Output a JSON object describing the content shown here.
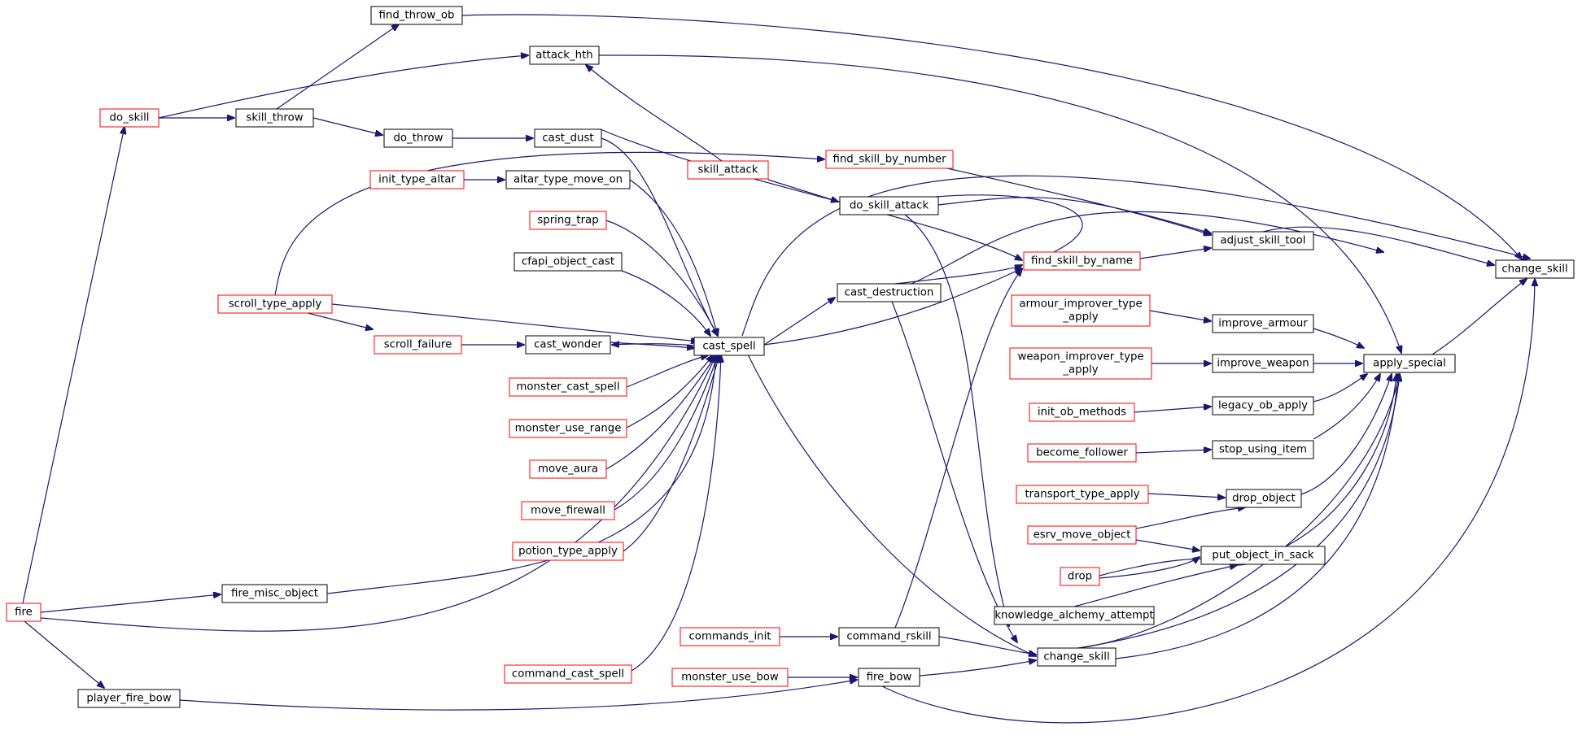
{
  "colors": {
    "edge": "#191970",
    "node_border_default": "#000000",
    "node_border_truncated": "#ff0000",
    "node_fill_root": "#bfbfbf",
    "node_fill_default": "#ffffff"
  },
  "nodes": [
    {
      "id": "change_skill_root",
      "lines": [
        "change_skill"
      ],
      "style": "root"
    },
    {
      "id": "apply_special",
      "lines": [
        "apply_special"
      ],
      "style": "default"
    },
    {
      "id": "adjust_skill_tool",
      "lines": [
        "adjust_skill_tool"
      ],
      "style": "default"
    },
    {
      "id": "improve_armour",
      "lines": [
        "improve_armour"
      ],
      "style": "default"
    },
    {
      "id": "improve_weapon",
      "lines": [
        "improve_weapon"
      ],
      "style": "default"
    },
    {
      "id": "legacy_ob_apply",
      "lines": [
        "legacy_ob_apply"
      ],
      "style": "default"
    },
    {
      "id": "stop_using_item",
      "lines": [
        "stop_using_item"
      ],
      "style": "default"
    },
    {
      "id": "drop_object",
      "lines": [
        "drop_object"
      ],
      "style": "default"
    },
    {
      "id": "put_object_in_sack",
      "lines": [
        "put_object_in_sack"
      ],
      "style": "default"
    },
    {
      "id": "knowledge_alchemy_attempt",
      "lines": [
        "knowledge_alchemy_attempt"
      ],
      "style": "default"
    },
    {
      "id": "change_skill_mid",
      "lines": [
        "change_skill"
      ],
      "style": "default"
    },
    {
      "id": "find_skill_by_name",
      "lines": [
        "find_skill_by_name"
      ],
      "style": "truncated"
    },
    {
      "id": "find_skill_by_number",
      "lines": [
        "find_skill_by_number"
      ],
      "style": "truncated"
    },
    {
      "id": "do_skill_attack",
      "lines": [
        "do_skill_attack"
      ],
      "style": "default"
    },
    {
      "id": "cast_destruction",
      "lines": [
        "cast_destruction"
      ],
      "style": "default"
    },
    {
      "id": "armour_improver_type_apply",
      "lines": [
        "armour_improver_type",
        "_apply"
      ],
      "style": "truncated"
    },
    {
      "id": "weapon_improver_type_apply",
      "lines": [
        "weapon_improver_type",
        "_apply"
      ],
      "style": "truncated"
    },
    {
      "id": "init_ob_methods",
      "lines": [
        "init_ob_methods"
      ],
      "style": "truncated"
    },
    {
      "id": "become_follower",
      "lines": [
        "become_follower"
      ],
      "style": "truncated"
    },
    {
      "id": "transport_type_apply",
      "lines": [
        "transport_type_apply"
      ],
      "style": "truncated"
    },
    {
      "id": "esrv_move_object",
      "lines": [
        "esrv_move_object"
      ],
      "style": "truncated"
    },
    {
      "id": "drop",
      "lines": [
        "drop"
      ],
      "style": "truncated"
    },
    {
      "id": "command_rskill",
      "lines": [
        "command_rskill"
      ],
      "style": "default"
    },
    {
      "id": "fire_bow",
      "lines": [
        "fire_bow"
      ],
      "style": "default"
    },
    {
      "id": "find_throw_ob",
      "lines": [
        "find_throw_ob"
      ],
      "style": "default"
    },
    {
      "id": "attack_hth",
      "lines": [
        "attack_hth"
      ],
      "style": "default"
    },
    {
      "id": "skill_attack",
      "lines": [
        "skill_attack"
      ],
      "style": "truncated"
    },
    {
      "id": "cast_spell",
      "lines": [
        "cast_spell"
      ],
      "style": "default"
    },
    {
      "id": "cast_dust",
      "lines": [
        "cast_dust"
      ],
      "style": "default"
    },
    {
      "id": "altar_type_move_on",
      "lines": [
        "altar_type_move_on"
      ],
      "style": "default"
    },
    {
      "id": "spring_trap",
      "lines": [
        "spring_trap"
      ],
      "style": "truncated"
    },
    {
      "id": "cfapi_object_cast",
      "lines": [
        "cfapi_object_cast"
      ],
      "style": "default"
    },
    {
      "id": "cast_wonder",
      "lines": [
        "cast_wonder"
      ],
      "style": "default"
    },
    {
      "id": "monster_cast_spell",
      "lines": [
        "monster_cast_spell"
      ],
      "style": "truncated"
    },
    {
      "id": "monster_use_range",
      "lines": [
        "monster_use_range"
      ],
      "style": "truncated"
    },
    {
      "id": "move_aura",
      "lines": [
        "move_aura"
      ],
      "style": "truncated"
    },
    {
      "id": "move_firewall",
      "lines": [
        "move_firewall"
      ],
      "style": "truncated"
    },
    {
      "id": "potion_type_apply",
      "lines": [
        "potion_type_apply"
      ],
      "style": "truncated"
    },
    {
      "id": "command_cast_spell",
      "lines": [
        "command_cast_spell"
      ],
      "style": "truncated"
    },
    {
      "id": "commands_init",
      "lines": [
        "commands_init"
      ],
      "style": "truncated"
    },
    {
      "id": "monster_use_bow",
      "lines": [
        "monster_use_bow"
      ],
      "style": "truncated"
    },
    {
      "id": "do_throw",
      "lines": [
        "do_throw"
      ],
      "style": "default"
    },
    {
      "id": "skill_throw",
      "lines": [
        "skill_throw"
      ],
      "style": "default"
    },
    {
      "id": "do_skill",
      "lines": [
        "do_skill"
      ],
      "style": "truncated"
    },
    {
      "id": "init_type_altar",
      "lines": [
        "init_type_altar"
      ],
      "style": "truncated"
    },
    {
      "id": "scroll_type_apply",
      "lines": [
        "scroll_type_apply"
      ],
      "style": "truncated"
    },
    {
      "id": "scroll_failure",
      "lines": [
        "scroll_failure"
      ],
      "style": "truncated"
    },
    {
      "id": "fire_misc_object",
      "lines": [
        "fire_misc_object"
      ],
      "style": "default"
    },
    {
      "id": "player_fire_bow",
      "lines": [
        "player_fire_bow"
      ],
      "style": "default"
    },
    {
      "id": "fire",
      "lines": [
        "fire"
      ],
      "style": "truncated"
    }
  ]
}
